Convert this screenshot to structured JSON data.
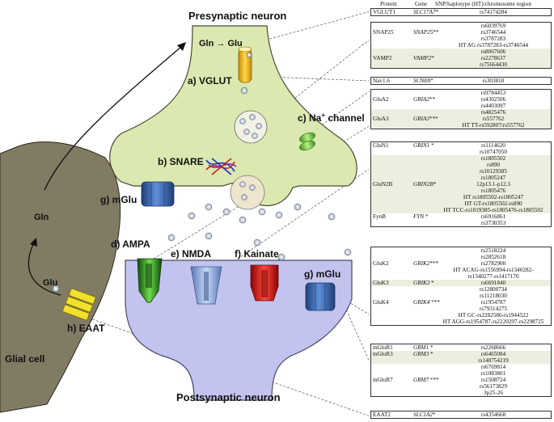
{
  "labels": {
    "presynaptic": "Presynaptic neuron",
    "postsynaptic": "Postsynaptic neuron",
    "glial": "Glial cell",
    "gln_to_glu": "Gln → Glu",
    "gln": "Gln",
    "glu": "Glu",
    "vglut": "a) VGLUT",
    "snare": "b) SNARE",
    "na_channel": "c) Na",
    "na_sup": "+",
    "na_suffix": " channel",
    "ampa": "d) AMPA",
    "nmda": "e) NMDA",
    "kainate": "f) Kainate",
    "mglu_pre": "g) mGlu",
    "mglu_post": "g) mGlu",
    "eaat": "h) EAAT"
  },
  "table": {
    "headers": {
      "protein": "Protein",
      "gene": "Gene",
      "snp": "SNP/haplotype (HT)/chromosome region"
    },
    "groups": [
      {
        "rows": [
          {
            "protein": "VGLUT1",
            "gene": "SLC17A7",
            "mark": "*",
            "snps": [
              "rs74174284"
            ]
          }
        ]
      },
      {
        "rows": [
          {
            "protein": "SNAP25",
            "gene": "SNAP25",
            "mark": "**",
            "snps": [
              "rs6039769",
              "rs3746544",
              "rs3787283",
              "HT AG rs3787283-rs3746544"
            ]
          },
          {
            "protein": "VAMP2",
            "gene": "VAMP2",
            "mark": "*",
            "snps": [
              "rs8067606",
              "rs2278637",
              "rs75664430"
            ]
          }
        ]
      },
      {
        "rows": [
          {
            "protein": "Nav1.6",
            "gene": "SCN8A",
            "mark": "*",
            "snps": [
              "rs303810"
            ]
          }
        ]
      },
      {
        "rows": [
          {
            "protein": "GluA2",
            "gene": "GRIA2",
            "mark": "**",
            "snps": [
              "rs9784453",
              "rs4302506",
              "rs4403097"
            ]
          },
          {
            "protein": "GluA3",
            "gene": "GRIA3",
            "mark": "***",
            "snps": [
              "rs4825476",
              "rs557762",
              "HT TT-rs592807/rs557762"
            ]
          }
        ]
      },
      {
        "rows": [
          {
            "protein": "GluN1",
            "gene": "GRIN1",
            "mark": " *",
            "snps": [
              "rs1114620",
              "rs10747050"
            ]
          },
          {
            "protein": "GluN2B",
            "gene": "GRIN2B",
            "mark": "*",
            "snps": [
              "rs1805502",
              "rs890",
              "rs10129385",
              "rs1805247",
              "12p13.1-p12.3",
              "rs1805476",
              "HT rs1805502-rs1805247",
              "HT GT-rs1805502-rs890",
              "HT TCC-rs1019385-rs1805476-rs1805502"
            ]
          },
          {
            "protein": "FynB",
            "gene": "FYN",
            "mark": " *",
            "snps": [
              "rs6916861",
              "rs3730353"
            ]
          }
        ]
      },
      {
        "rows": [
          {
            "protein": "GluK2",
            "gene": "GRIK2",
            "mark": "***",
            "snps": [
              "rs2518224",
              "rs2852618",
              "rs2782900",
              "HT ACAG-rs1556994-rs1340282-",
              "rs1340277-rs1417170"
            ]
          },
          {
            "protein": "GluK3",
            "gene": "GRIK3",
            "mark": " *",
            "snps": [
              "rs6691840"
            ]
          },
          {
            "protein": "GluK4",
            "gene": "GRIK4",
            "mark": " ***",
            "snps": [
              "rs12800734",
              "rs11218030",
              "rs1954787",
              "rs79314275",
              "HT GC-rs2282586-rs1944522",
              "HT AGG-rs1954787-rs2220297-rs2298725"
            ]
          }
        ]
      },
      {
        "rows": [
          {
            "protein": "mGluR1",
            "gene": "GRM1",
            "mark": " *",
            "snps": [
              "rs2268666"
            ]
          },
          {
            "protein": "mGluR3",
            "gene": "GRM3",
            "mark": " *",
            "snps": [
              "rs6465084",
              "rs148754219"
            ]
          },
          {
            "protein": "mGluR7",
            "gene": "GRM7",
            "mark": " ***",
            "snps": [
              "rs6769814",
              "rs1083801",
              "rs1508724",
              "rs56173829",
              "3p25-26"
            ]
          }
        ]
      },
      {
        "rows": [
          {
            "protein": "EAAT2",
            "gene": "SLC1A2",
            "mark": "*",
            "snps": [
              "rs4354668"
            ]
          }
        ]
      }
    ]
  },
  "colors": {
    "presynaptic_fill": "#dbe8b0",
    "postsynaptic_fill": "#c3c3ef",
    "glial_fill": "#817b63",
    "vglut": "#f4b81a",
    "na_channel": "#7fcc4a",
    "mglu": "#3f6fb8",
    "ampa": "#3f9a2a",
    "nmda": "#92aee3",
    "kainate": "#dd1c1c",
    "eaat": "#f1e12a"
  }
}
